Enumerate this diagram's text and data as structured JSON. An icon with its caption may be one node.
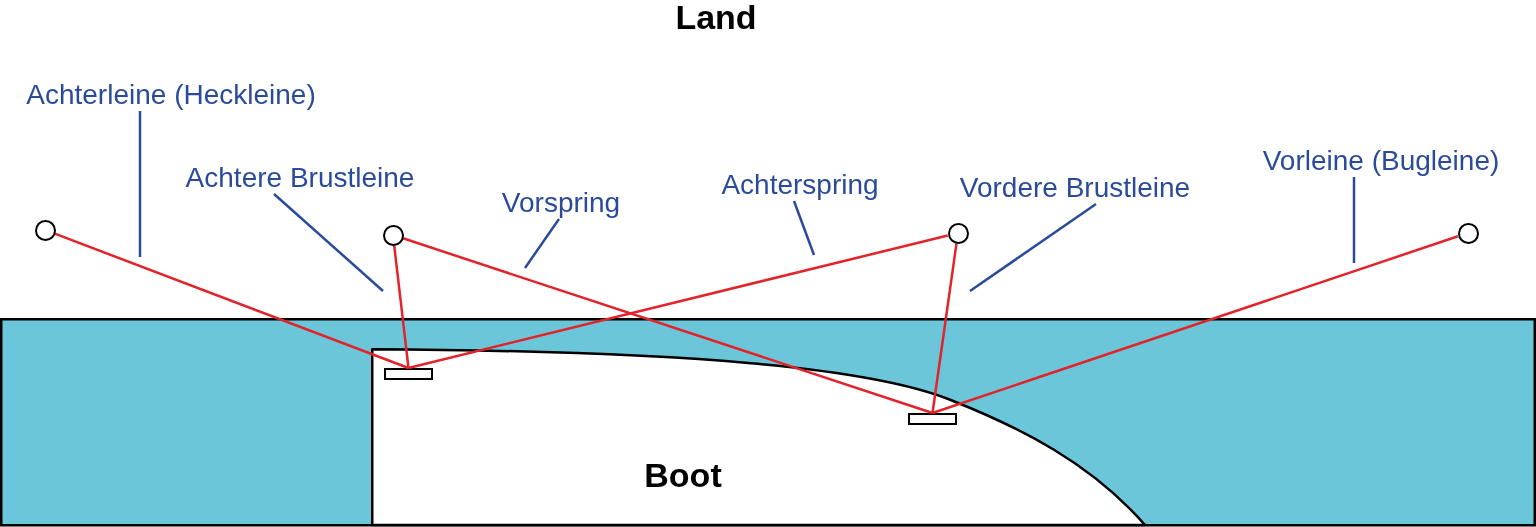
{
  "diagram": {
    "nodes": [
      {
        "text": [
          "Achterleine (Heckleine)"
        ]
      },
      {
        "text": [
          "Achtere Brustleine"
        ]
      },
      {
        "text": [
          "Vorspring"
        ]
      },
      {
        "text": [
          "Achterspring"
        ]
      },
      {
        "text": [
          "Vordere Brustleine"
        ]
      },
      {
        "text": [
          "Vorleine (Bugleine)"
        ]
      },
      {
        "text": [],
        "shape": "circle"
      },
      {
        "text": [],
        "shape": "circle"
      },
      {
        "text": [],
        "shape": "circle"
      },
      {
        "text": [],
        "shape": "circle"
      },
      {
        "text": [
          "Boot"
        ]
      },
      {
        "text": [],
        "shape": "box",
        "in": 10
      },
      {
        "text": [],
        "shape": "box",
        "in": 10
      }
    ],
    "edges": [
      {
        "from": 6,
        "to": 11,
        "arrow": "none",
        "color": "#e3232a"
      },
      {
        "from": 7,
        "to": 11,
        "arrow": "none",
        "color": "#e3232a"
      },
      {
        "from": 7,
        "to": 12,
        "arrow": "none",
        "color": "#e3232a"
      },
      {
        "from": 8,
        "to": 11,
        "arrow": "none",
        "color": "#e3232a"
      },
      {
        "from": 8,
        "to": 12,
        "arrow": "none",
        "color": "#e3232a"
      },
      {
        "from": 9,
        "to": 12,
        "arrow": "none",
        "color": "#e3232a"
      },
      {
        "from": 0,
        "to": null,
        "arrow": "none",
        "color": "#2a4b9b"
      },
      {
        "from": 1,
        "to": null,
        "arrow": "none",
        "color": "#2a4b9b"
      },
      {
        "from": 2,
        "to": null,
        "arrow": "none",
        "color": "#2a4b9b"
      },
      {
        "from": 3,
        "to": null,
        "arrow": "none",
        "color": "#2a4b9b"
      },
      {
        "from": 4,
        "to": null,
        "arrow": "none",
        "color": "#2a4b9b"
      },
      {
        "from": 5,
        "to": null,
        "arrow": "none",
        "color": "#2a4b9b"
      }
    ],
    "labels": [
      "Land"
    ]
  }
}
